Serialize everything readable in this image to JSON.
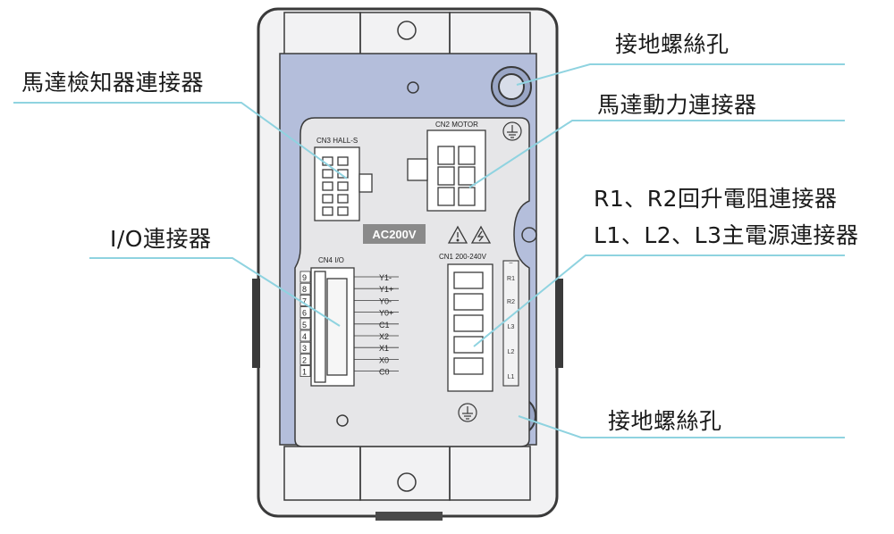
{
  "colors": {
    "leader": "#8fd3e0",
    "plate": "#b4bedb",
    "panel": "#e6e6e8",
    "housing": "#f2f2f3",
    "housing_stroke": "#3a3a3a"
  },
  "callouts": {
    "motor_sensor": "馬達檢知器連接器",
    "io": "I/O連接器",
    "ground_top": "接地螺絲孔",
    "motor_power": "馬達動力連接器",
    "regen": "R1、R2回升電阻連接器",
    "main_power": "L1、L2、L3主電源連接器",
    "ground_bottom": "接地螺絲孔"
  },
  "panel": {
    "cn3": "CN3 HALL-S",
    "cn2": "CN2  MOTOR",
    "badge": "AC200V",
    "cn4": "CN4  I/O",
    "cn1": "CN1  200-240V",
    "io_pins": [
      "9",
      "8",
      "7",
      "6",
      "5",
      "4",
      "3",
      "2",
      "1"
    ],
    "io_signals": [
      "Y1-",
      "Y1+",
      "Y0-",
      "Y0+",
      "C1",
      "X2",
      "X1",
      "X0",
      "C0"
    ],
    "power_terms": [
      "–",
      "R1",
      "R2",
      "L3",
      "L2",
      "L1"
    ]
  }
}
